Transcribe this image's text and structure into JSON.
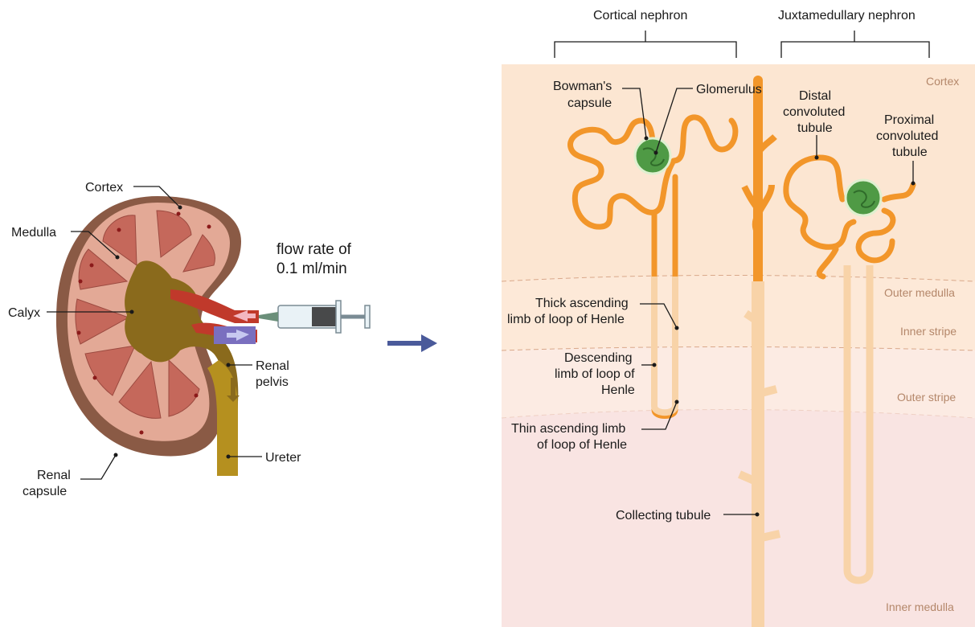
{
  "kidney": {
    "labels": {
      "cortex": "Cortex",
      "medulla": "Medulla",
      "calyx": "Calyx",
      "renal_capsule_1": "Renal",
      "renal_capsule_2": "capsule",
      "renal_pelvis_1": "Renal",
      "renal_pelvis_2": "pelvis",
      "ureter": "Ureter"
    },
    "flow_rate_1": "flow rate of",
    "flow_rate_2": "0.1 ml/min"
  },
  "nephron": {
    "groups": {
      "cortical": "Cortical nephron",
      "juxtamedullary": "Juxtamedullary nephron"
    },
    "zones": {
      "cortex": "Cortex",
      "outer_medulla": "Outer medulla",
      "inner_stripe": "Inner stripe",
      "outer_stripe": "Outer stripe",
      "inner_medulla": "Inner medulla"
    },
    "labels": {
      "bowmans_1": "Bowman's",
      "bowmans_2": "capsule",
      "glomerulus": "Glomerulus",
      "distal_1": "Distal",
      "distal_2": "convoluted",
      "distal_3": "tubule",
      "proximal_1": "Proximal",
      "proximal_2": "convoluted",
      "proximal_3": "tubule",
      "thick_1": "Thick ascending",
      "thick_2": "limb of loop of Henle",
      "desc_1": "Descending",
      "desc_2": "limb of loop of",
      "desc_3": "Henle",
      "thin_1": "Thin ascending limb",
      "thin_2": "of loop of Henle",
      "collecting": "Collecting tubule"
    }
  },
  "colors": {
    "tubule": "#f2962a",
    "tubule_pale": "#f8d3a8",
    "glomerulus": "#4f9a45",
    "kidney_capsule": "#8a5a45",
    "medulla": "#c97a6e",
    "pelvis": "#8a6a1c",
    "arrow": "#4a5a9a"
  }
}
